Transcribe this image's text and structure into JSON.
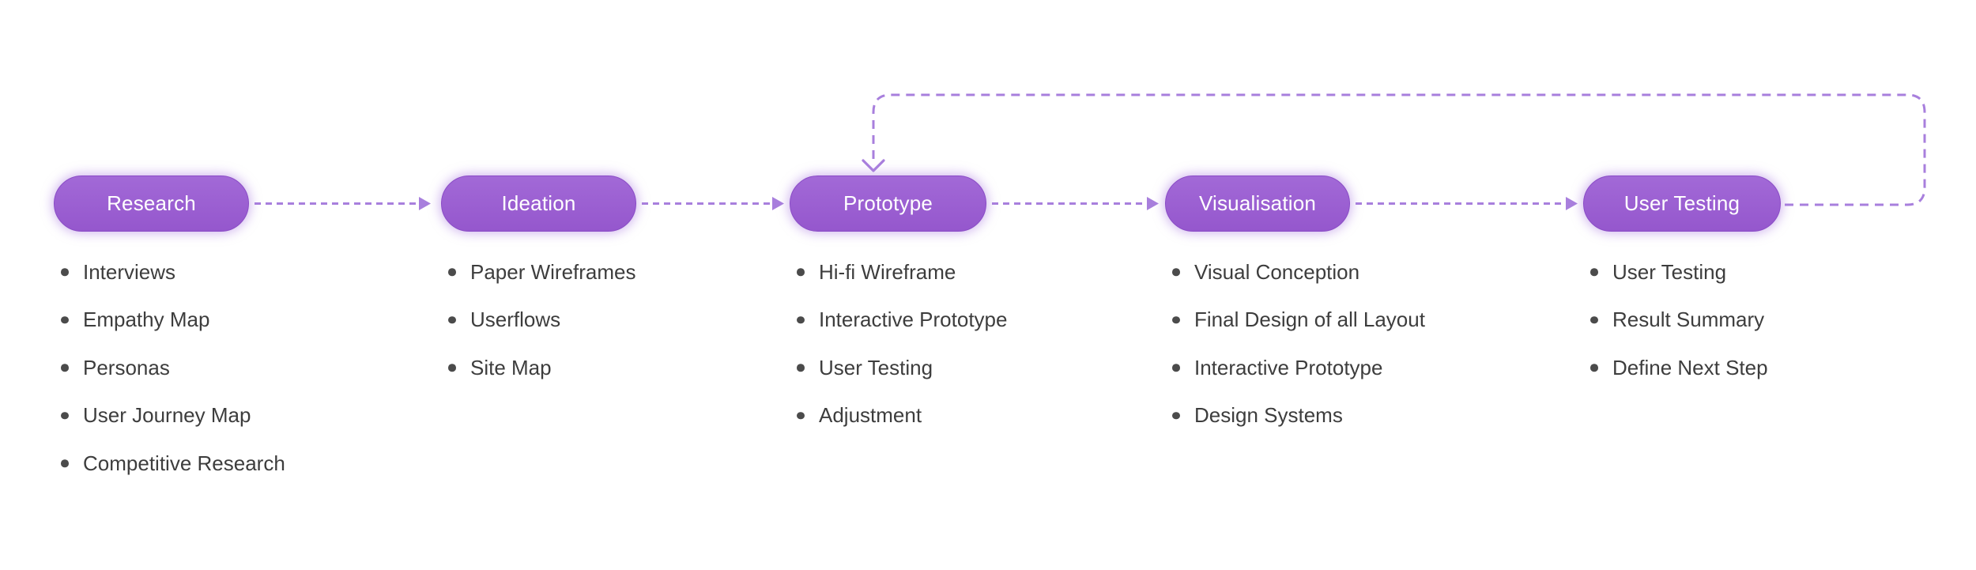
{
  "diagram_title": "UX design process flow",
  "colors": {
    "background": "#ffffff",
    "pill_fill_top": "#a269d7",
    "pill_fill_bottom": "#9557cd",
    "pill_border": "#8a4cc6",
    "pill_text": "#ffffff",
    "arrow": "#a87fdd",
    "list_text": "#3d3d3d",
    "bullet": "#4b4b4b"
  },
  "stages": [
    {
      "label": "Research",
      "items": [
        "Interviews",
        "Empathy Map",
        "Personas",
        "User Journey Map",
        "Competitive Research"
      ]
    },
    {
      "label": "Ideation",
      "items": [
        "Paper Wireframes",
        "Userflows",
        "Site Map"
      ]
    },
    {
      "label": "Prototype",
      "items": [
        "Hi-fi Wireframe",
        "Interactive Prototype",
        "User Testing",
        "Adjustment"
      ]
    },
    {
      "label": "Visualisation",
      "items": [
        "Visual Conception",
        "Final Design of all Layout",
        "Interactive Prototype",
        "Design Systems"
      ]
    },
    {
      "label": "User Testing",
      "items": [
        "User Testing",
        "Result Summary",
        "Define Next Step"
      ]
    }
  ],
  "connections": [
    {
      "from": "Research",
      "to": "Ideation",
      "style": "dashed-arrow"
    },
    {
      "from": "Ideation",
      "to": "Prototype",
      "style": "dashed-arrow"
    },
    {
      "from": "Prototype",
      "to": "Visualisation",
      "style": "dashed-arrow"
    },
    {
      "from": "Visualisation",
      "to": "User Testing",
      "style": "dashed-arrow"
    },
    {
      "from": "User Testing",
      "to": "Prototype",
      "style": "dashed-feedback-loop"
    }
  ]
}
